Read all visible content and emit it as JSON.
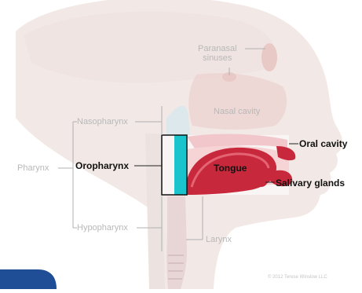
{
  "labels": {
    "paranasal_sinuses": "Paranasal\nsinuses",
    "nasal_cavity": "Nasal cavity",
    "nasopharynx": "Nasopharynx",
    "pharynx": "Pharynx",
    "oropharynx": "Oropharynx",
    "tongue": "Tongue",
    "oral_cavity": "Oral cavity",
    "salivary_glands": "Salivary glands",
    "hypopharynx": "Hypopharynx",
    "larynx": "Larynx"
  },
  "credit": "© 2012 Terese Winslow LLC",
  "colors": {
    "skin_faded": "#f2e9e6",
    "tissue_faded": "#ecd2cf",
    "oropharynx_highlight": "#19c4cc",
    "tongue_red": "#c8283c",
    "mouth_pink": "#f6d4d6",
    "leader_line": "#b0b0b0",
    "leader_dark": "#222222",
    "blue_tab": "#1f4e96"
  }
}
